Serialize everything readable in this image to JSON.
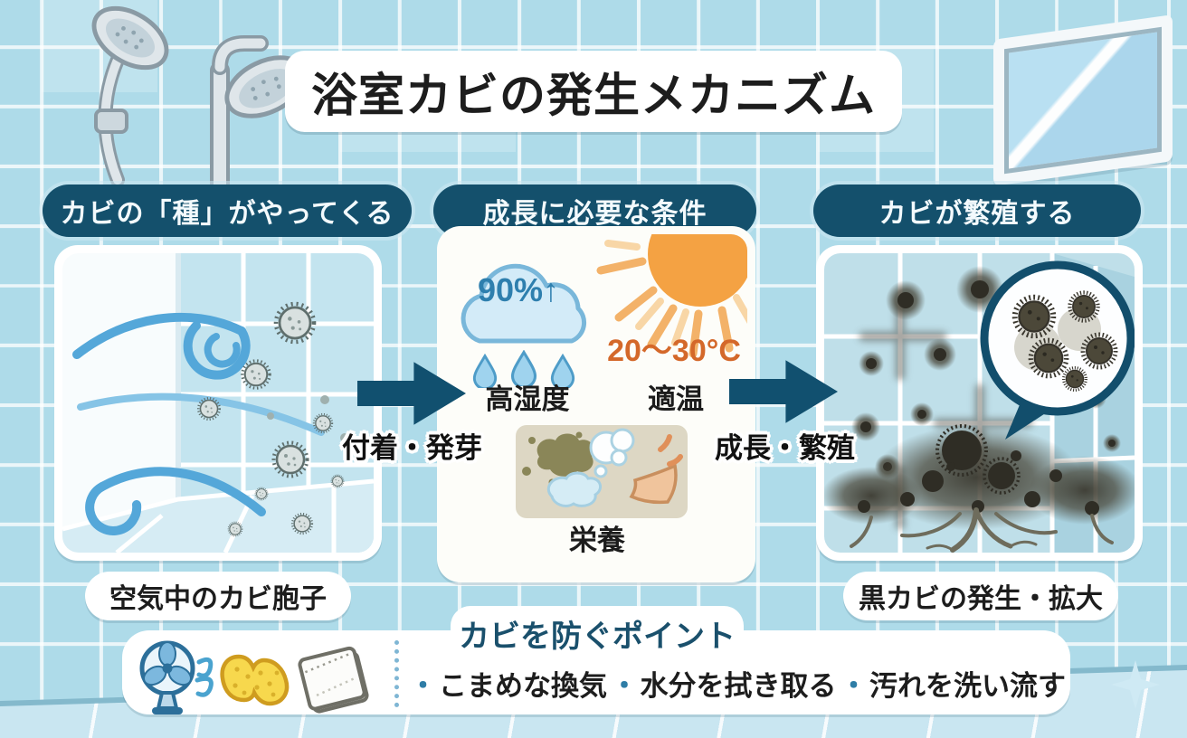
{
  "title": "浴室カビの発生メカニズム",
  "stage1": {
    "header": "カビの「種」がやってくる",
    "caption": "空気中のカビ胞子"
  },
  "stage2": {
    "header": "成長に必要な条件",
    "humidity_value": "90%↑",
    "humidity_label": "高湿度",
    "temp_value": "20〜30°C",
    "temp_label": "適温",
    "nutrition_label": "栄養"
  },
  "stage3": {
    "header": "カビが繁殖する",
    "caption": "黒カビの発生・拡大"
  },
  "arrow1_label": "付着・発芽",
  "arrow2_label": "成長・繁殖",
  "prevention": {
    "title": "カビを防ぐポイント",
    "bullet": "・",
    "tips": [
      {
        "label": "こまめな換気"
      },
      {
        "label": "水分を拭き取る"
      },
      {
        "label": "汚れを洗い流す"
      }
    ]
  },
  "colors": {
    "accent_teal": "#14506c",
    "tile_blue": "#aedbe9",
    "humidity_blue": "#2e7fae",
    "temp_orange": "#d4682a",
    "sun_orange": "#f4a243",
    "mold_dark": "#45433a"
  }
}
